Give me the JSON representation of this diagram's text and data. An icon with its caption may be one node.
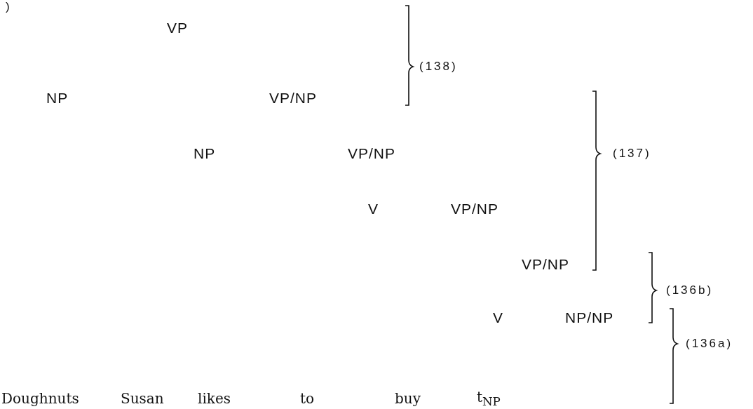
{
  "diagram": {
    "labels": [
      ")",
      "VP",
      "(138)",
      "NP",
      "VP/NP",
      "NP",
      "VP/NP",
      "(137)",
      "V",
      "VP/NP",
      "VP/NP",
      "(136b)",
      "V",
      "NP/NP",
      "(136a)",
      "Doughnuts",
      "Susan",
      "likes",
      "to",
      "buy",
      "t$_{NP}$"
    ]
  }
}
